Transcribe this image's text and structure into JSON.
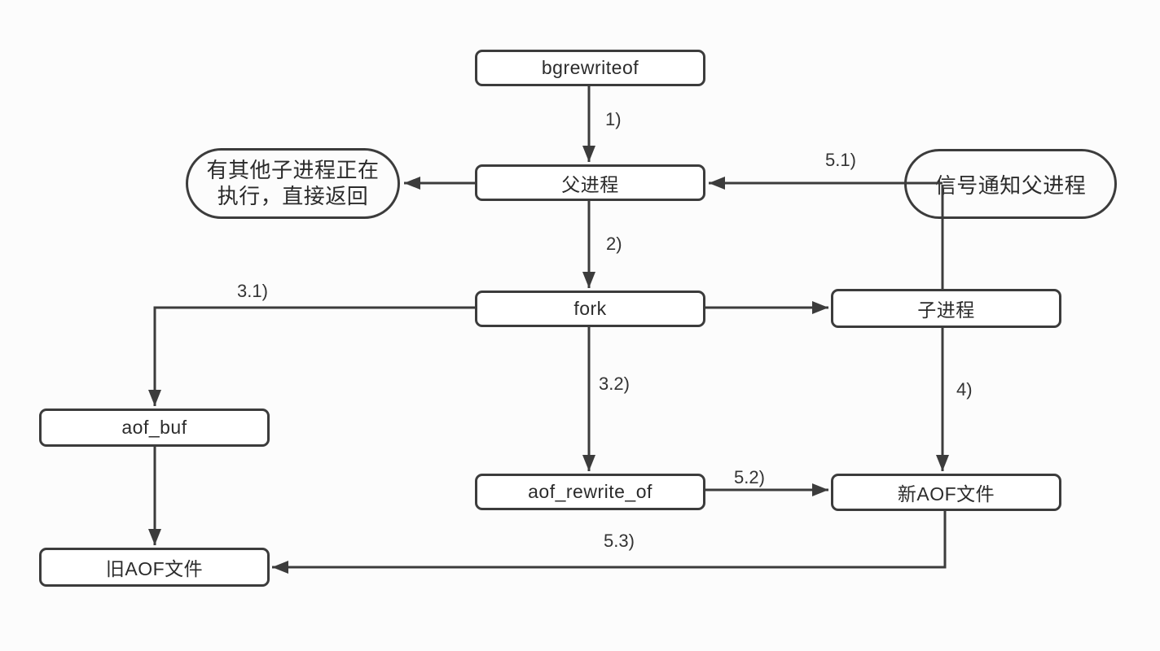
{
  "diagram": {
    "description": "bgrewriteof AOF rewrite flowchart",
    "colors": {
      "stroke": "#3c3c3c",
      "text": "#2b2b2b",
      "background": "#fcfcfc",
      "node_fill": "#ffffff"
    },
    "nodes": {
      "bgrewriteof": {
        "label": "bgrewriteof",
        "shape": "rect"
      },
      "parent_process": {
        "label": "父进程",
        "shape": "rect"
      },
      "other_child_running": {
        "shape": "rounded",
        "lines": [
          "有其他子进程正在",
          "执行，直接返回"
        ]
      },
      "signal_notify_parent": {
        "label": "信号通知父进程",
        "shape": "rounded"
      },
      "fork": {
        "label": "fork",
        "shape": "rect"
      },
      "child_process": {
        "label": "子进程",
        "shape": "rect"
      },
      "aof_buf": {
        "label": "aof_buf",
        "shape": "rect"
      },
      "aof_rewrite_of": {
        "label": "aof_rewrite_of",
        "shape": "rect"
      },
      "new_aof_file": {
        "label": "新AOF文件",
        "shape": "rect"
      },
      "old_aof_file": {
        "label": "旧AOF文件",
        "shape": "rect"
      }
    },
    "edges": [
      {
        "from": "bgrewriteof",
        "to": "parent_process",
        "label": "1)"
      },
      {
        "from": "parent_process",
        "to": "other_child_running",
        "label": ""
      },
      {
        "from": "signal_notify_parent",
        "to": "parent_process",
        "label": "5.1)"
      },
      {
        "from": "parent_process",
        "to": "fork",
        "label": "2)"
      },
      {
        "from": "fork",
        "to": "aof_buf",
        "label": "3.1)"
      },
      {
        "from": "fork",
        "to": "aof_rewrite_of",
        "label": "3.2)"
      },
      {
        "from": "fork",
        "to": "child_process",
        "label": ""
      },
      {
        "from": "child_process",
        "to": "signal_notify_parent",
        "label": ""
      },
      {
        "from": "child_process",
        "to": "new_aof_file",
        "label": "4)"
      },
      {
        "from": "aof_rewrite_of",
        "to": "new_aof_file",
        "label": "5.2)"
      },
      {
        "from": "aof_buf",
        "to": "old_aof_file",
        "label": ""
      },
      {
        "from": "new_aof_file",
        "to": "old_aof_file",
        "label": "5.3)"
      }
    ]
  }
}
